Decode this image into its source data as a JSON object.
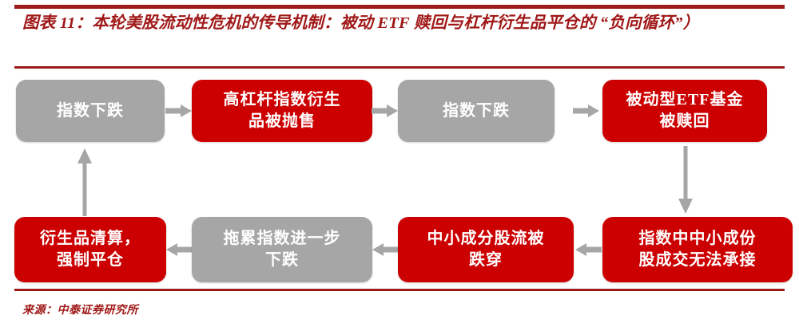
{
  "title": "图表 11：本轮美股流动性危机的传导机制：被动 ETF 赎回与杠杆衍生品平仓的 “负向循环”）",
  "source": "来源：中泰证券研究所",
  "colors": {
    "accent_red": "#A01818",
    "node_red": "#CC0000",
    "node_gray": "#A6A6A6",
    "arrow_gray": "#A6A6A6",
    "node_text": "#FFFFFF",
    "background": "#FFFFFF"
  },
  "diagram": {
    "type": "flowchart",
    "layout": "two-row-serpentine-loop",
    "nodes": [
      {
        "id": "n1",
        "label": "指数下跌",
        "style": "gray",
        "row": 1,
        "col": 1
      },
      {
        "id": "n2",
        "label": "高杠杆指数衍生\n品被抛售",
        "line1": "高杠杆指数衍生",
        "line2": "品被抛售",
        "style": "red",
        "row": 1,
        "col": 2
      },
      {
        "id": "n3",
        "label": "指数下跌",
        "style": "gray",
        "row": 1,
        "col": 3
      },
      {
        "id": "n4",
        "label": "被动型ETF基金\n被赎回",
        "line1": "被动型ETF基金",
        "line2": "被赎回",
        "style": "red",
        "row": 1,
        "col": 4
      },
      {
        "id": "n5",
        "label": "指数中中小成份\n股成交无法承接",
        "line1": "指数中中小成份",
        "line2": "股成交无法承接",
        "style": "red",
        "row": 2,
        "col": 4
      },
      {
        "id": "n6",
        "label": "中小成分股流被\n跌穿",
        "line1": "中小成分股流被",
        "line2": "跌穿",
        "style": "red",
        "row": 2,
        "col": 3
      },
      {
        "id": "n7",
        "label": "拖累指数进一步\n下跌",
        "line1": "拖累指数进一步",
        "line2": "下跌",
        "style": "gray",
        "row": 2,
        "col": 2
      },
      {
        "id": "n8",
        "label": "衍生品清算，\n强制平仓",
        "line1": "衍生品清算，",
        "line2": "强制平仓",
        "style": "red",
        "row": 2,
        "col": 1
      }
    ],
    "edges": [
      {
        "from": "n1",
        "to": "n2",
        "direction": "right"
      },
      {
        "from": "n2",
        "to": "n3",
        "direction": "right"
      },
      {
        "from": "n3",
        "to": "n4",
        "direction": "right"
      },
      {
        "from": "n4",
        "to": "n5",
        "direction": "down"
      },
      {
        "from": "n5",
        "to": "n6",
        "direction": "left"
      },
      {
        "from": "n6",
        "to": "n7",
        "direction": "left"
      },
      {
        "from": "n7",
        "to": "n8",
        "direction": "left"
      },
      {
        "from": "n8",
        "to": "n1",
        "direction": "up"
      }
    ]
  }
}
